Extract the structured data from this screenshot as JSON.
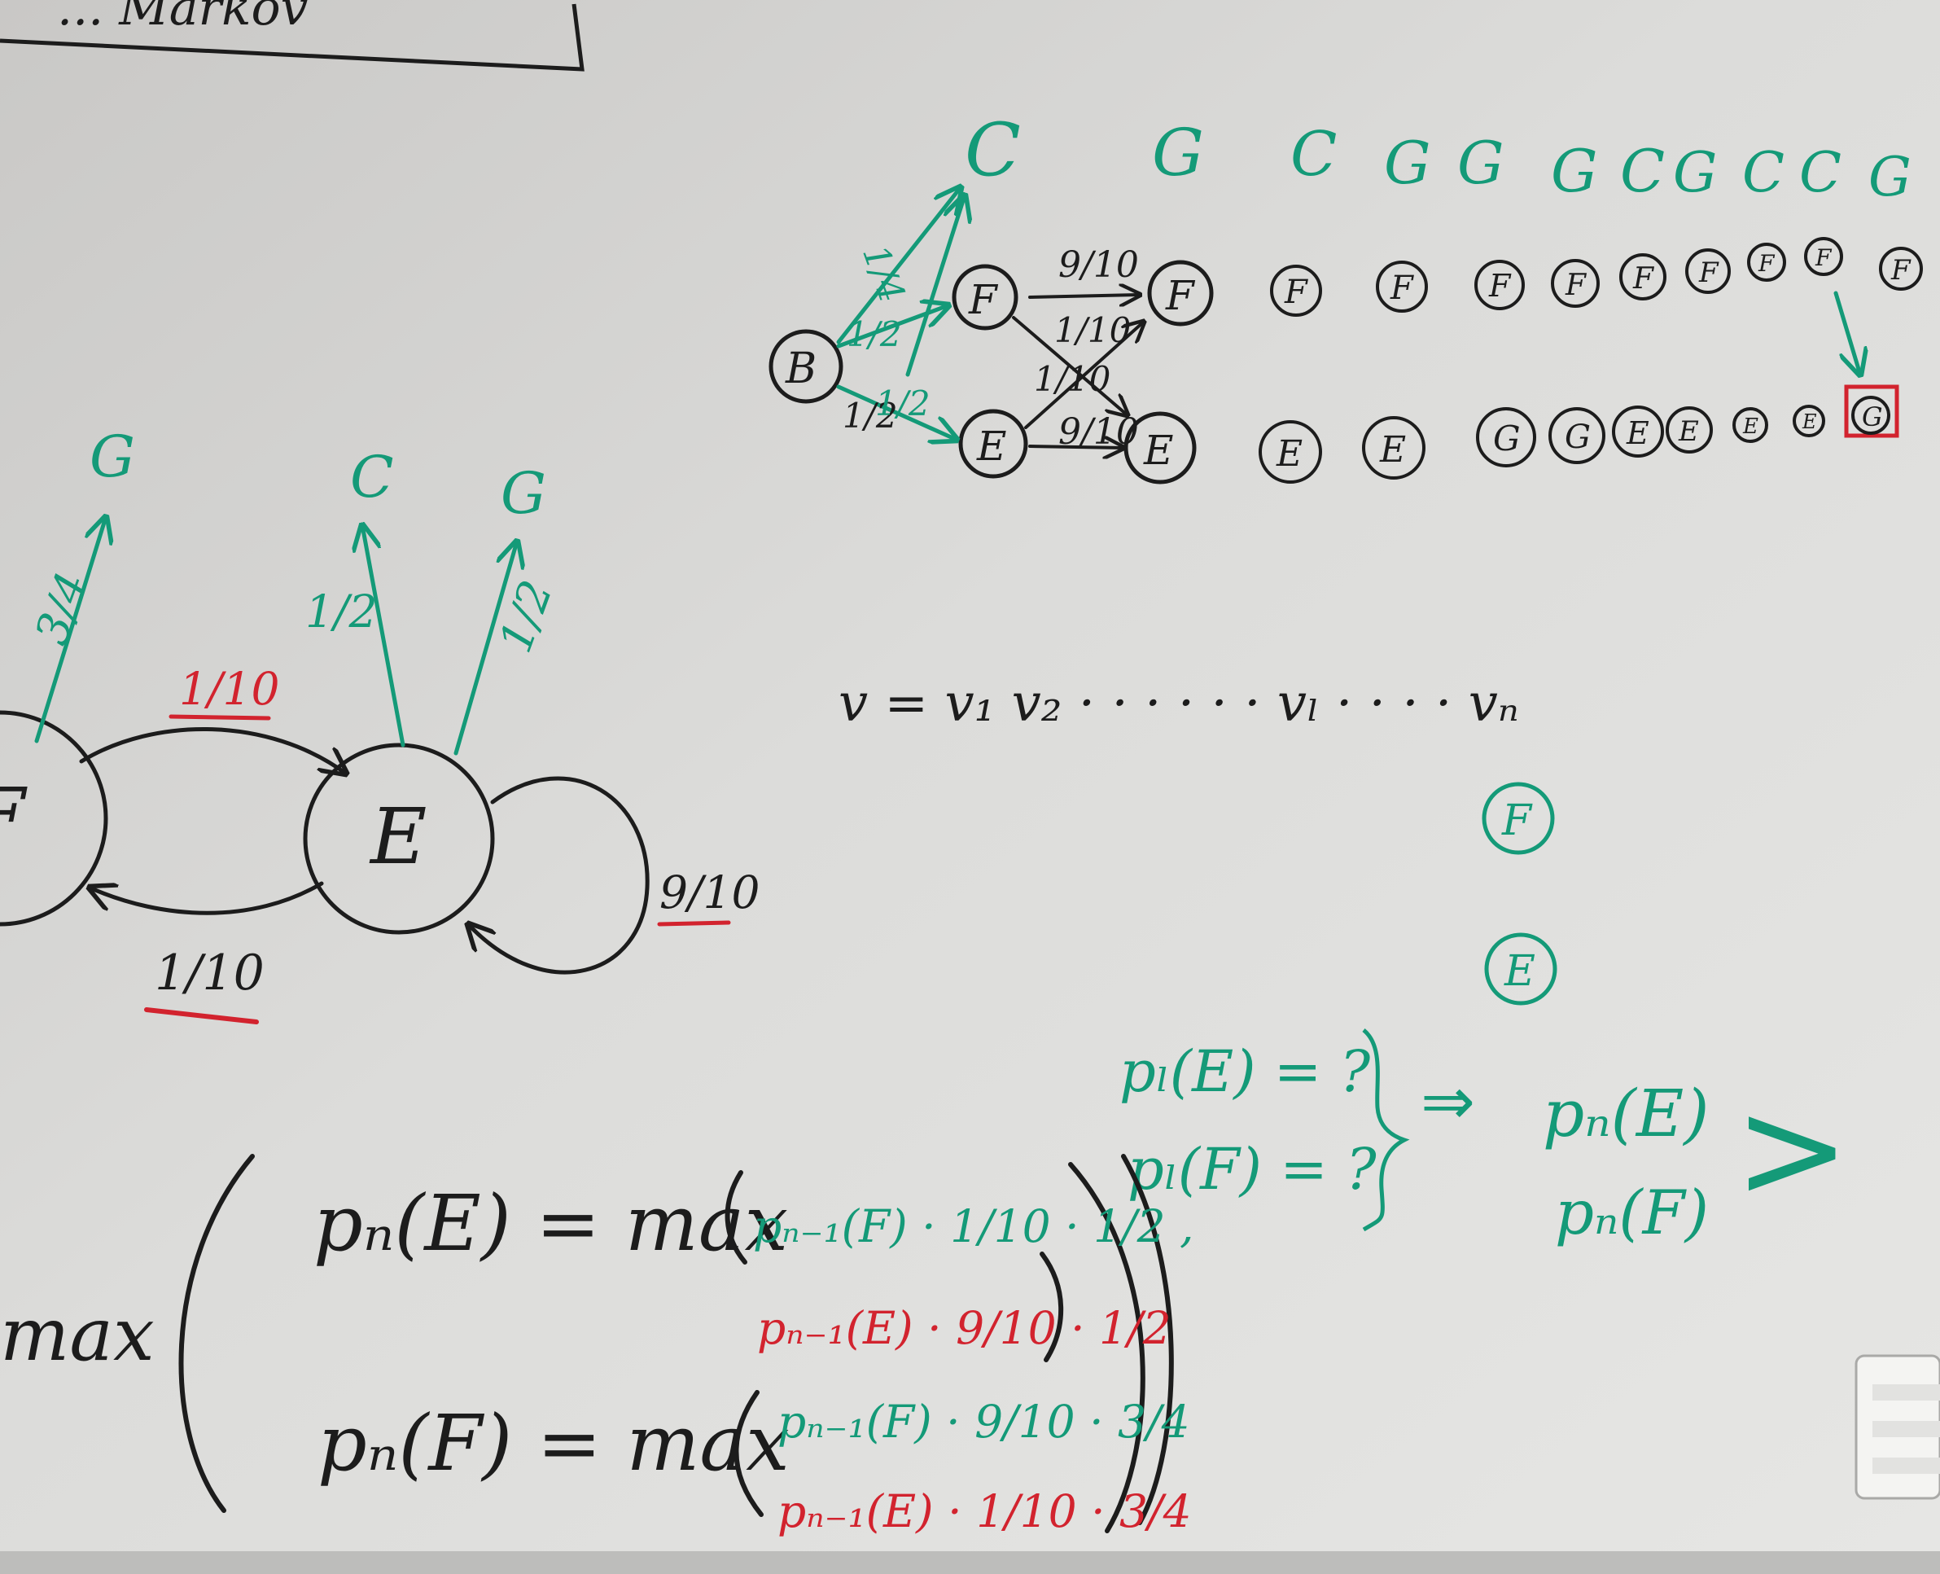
{
  "header_box": {
    "text": "... Markov"
  },
  "colors": {
    "board": "#d9d9d7",
    "black_marker": "#1c1c1c",
    "green_marker": "#149a78",
    "red_marker": "#d2232e"
  },
  "left_diagram": {
    "state_F": "F",
    "state_E": "E",
    "emissions": {
      "F_G": "G",
      "E_C": "C",
      "E_G": "G"
    },
    "probabilities": {
      "F_G": "3/4",
      "E_C": "1/2",
      "E_G": "1/2",
      "F_to_E": "1/10",
      "E_to_F": "1/10",
      "E_self": "9/10"
    }
  },
  "trellis": {
    "observations": [
      "C",
      "G",
      "C",
      "G",
      "G",
      "G",
      "C",
      "G",
      "C",
      "C",
      "G"
    ],
    "begin": "B",
    "top_states": [
      "F",
      "F",
      "F",
      "F",
      "F",
      "F",
      "F",
      "F",
      "F",
      "F",
      "F"
    ],
    "bottom_states": [
      "E",
      "E",
      "E",
      "E",
      "G",
      "G",
      "E",
      "E",
      "E",
      "E",
      "G"
    ],
    "labels": {
      "b_c": "1/4",
      "b_f": "1/2",
      "b_e": "1/2",
      "c_mid": "1/2",
      "ff": "9/10",
      "fe": "1/10",
      "ef": "1/10",
      "ee": "9/10"
    }
  },
  "sequence": {
    "text": "v = v₁  v₂ · · · · · ·  vₗ · · · ·  vₙ",
    "state_F": "F",
    "state_E": "E"
  },
  "questions": {
    "pE": "pₗ(E) = ?",
    "pF": "pₗ(F) = ?",
    "arrow": "⇒",
    "pnE": "pₙ(E)",
    "pnF": "pₙ(F)",
    "compare": ">"
  },
  "recurrence": {
    "left_word": "max",
    "pE_lhs": "pₙ(E) = max",
    "pE_term1": "pₙ₋₁(F) · 1/10 · 1/2 ,",
    "pE_term2": "pₙ₋₁(E) · 9/10 · 1/2",
    "pF_lhs": "pₙ(F) = max",
    "pF_term1": "pₙ₋₁(F) · 9/10 · 3/4",
    "pF_term2": "pₙ₋₁(E) · 1/10 · 3/4"
  }
}
